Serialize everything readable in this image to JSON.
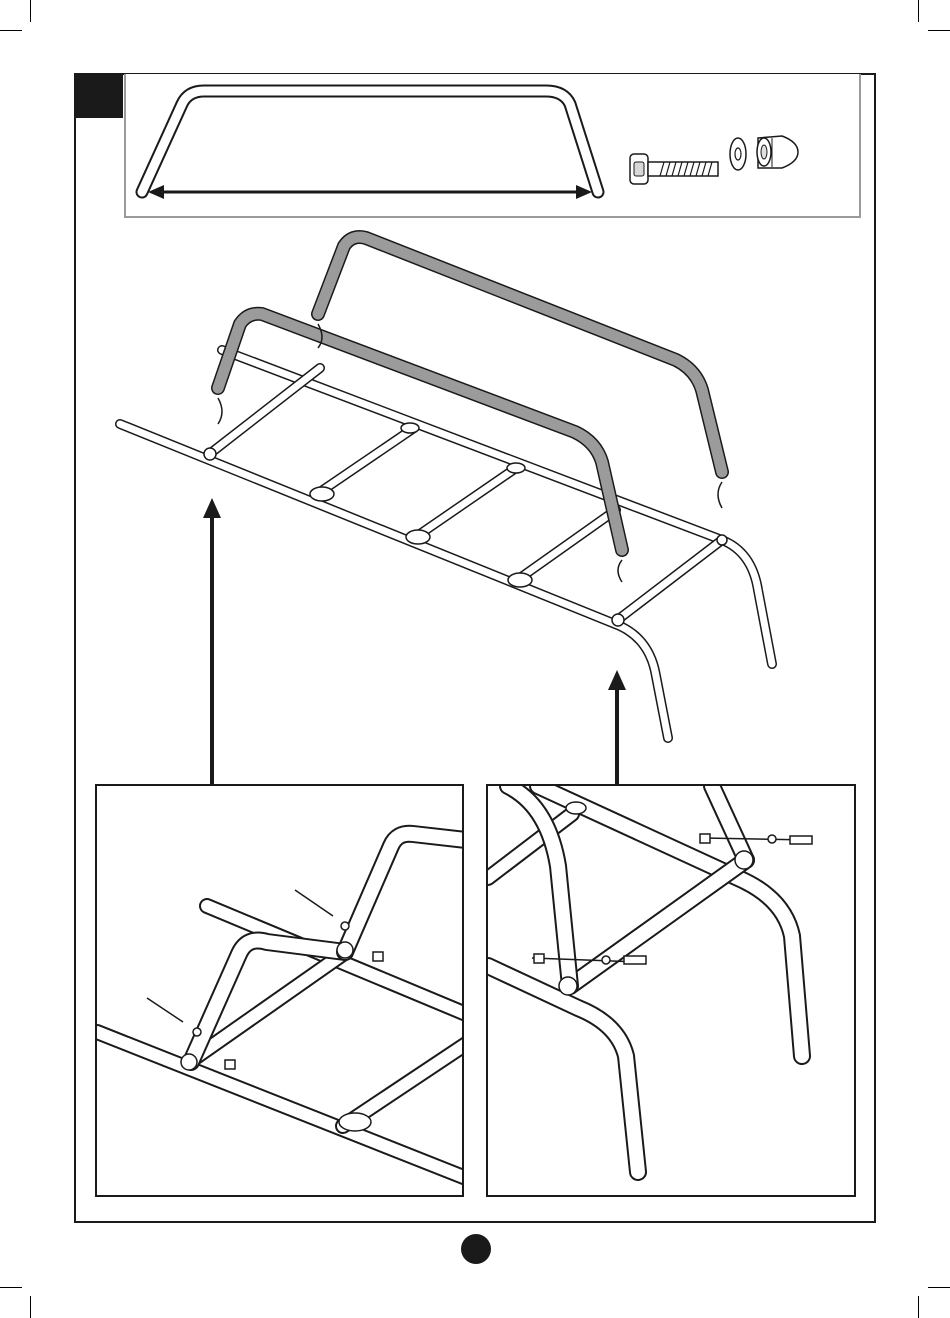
{
  "colors": {
    "line": "#1a1a1a",
    "panel_border": "#9a9a9a",
    "new_tube_fill": "#9b9b9b",
    "badge": "#1a1a1a"
  },
  "icons": [
    "crop-mark",
    "step-badge",
    "bolt-icon",
    "washer-icon",
    "cap-nut-icon",
    "arrow-icon",
    "page-number-dot"
  ]
}
